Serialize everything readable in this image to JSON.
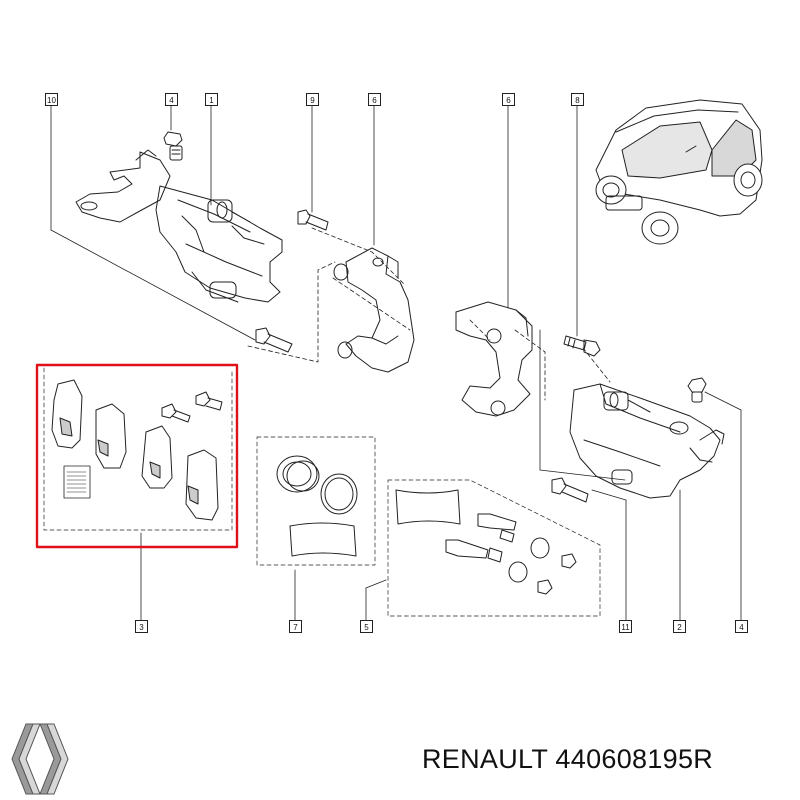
{
  "callouts": [
    {
      "id": "c10",
      "label": "10"
    },
    {
      "id": "c4a",
      "label": "4"
    },
    {
      "id": "c1",
      "label": "1"
    },
    {
      "id": "c9",
      "label": "9"
    },
    {
      "id": "c6a",
      "label": "6"
    },
    {
      "id": "c6b",
      "label": "6"
    },
    {
      "id": "c8",
      "label": "8"
    },
    {
      "id": "c3",
      "label": "3"
    },
    {
      "id": "c7",
      "label": "7"
    },
    {
      "id": "c5",
      "label": "5"
    },
    {
      "id": "c11",
      "label": "11"
    },
    {
      "id": "c2",
      "label": "2"
    },
    {
      "id": "c4b",
      "label": "4"
    }
  ],
  "caption": "RENAULT 440608195R",
  "highlight_color": "#e0101a",
  "line_color": "#222222"
}
